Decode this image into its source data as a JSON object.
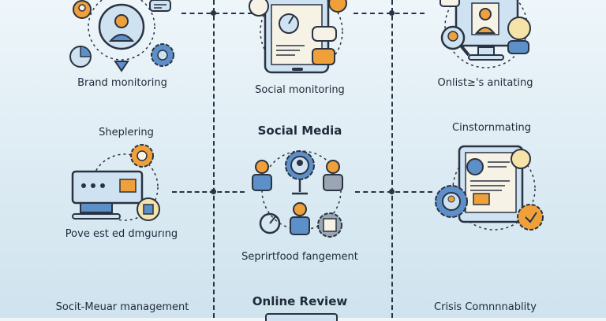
{
  "labels": {
    "brand_monitoring": "Brand monitoring",
    "social_monitoring": "Social monitoring",
    "onlisters_anitating": "Onlist≥'s anitating",
    "sheplering": "Sheplering",
    "social_media": "Social Media",
    "cinstornmating": "Cinstornmating",
    "pove_est_ed": "Pove est ed dmgurıng",
    "seprirtfood": "Seprirtfood fangement",
    "socit_meuar": "Socit-Meuar management",
    "online_review": "Online Review",
    "crisis_communability": "Crisis  Comnnnablity"
  },
  "colors": {
    "orange": "#f0a03a",
    "blue": "#5d8fc9",
    "navy": "#2a3342",
    "light": "#cfe2f2",
    "cream": "#f6f2e6"
  }
}
